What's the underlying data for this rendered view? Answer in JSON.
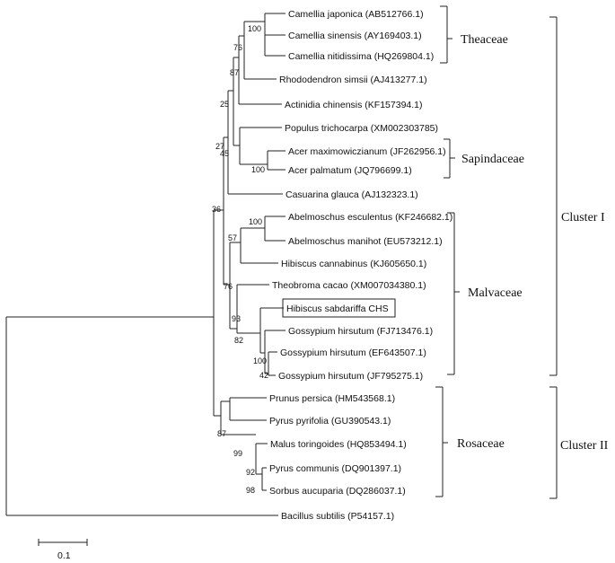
{
  "taxa": [
    {
      "id": "t1",
      "name": "Camellia japonica (AB512766.1)"
    },
    {
      "id": "t2",
      "name": "Camellia sinensis (AY169403.1)"
    },
    {
      "id": "t3",
      "name": "Camellia nitidissima (HQ269804.1)"
    },
    {
      "id": "t4",
      "name": "Rhododendron simsii (AJ413277.1)"
    },
    {
      "id": "t5",
      "name": "Actinidia chinensis (KF157394.1)"
    },
    {
      "id": "t6",
      "name": "Populus trichocarpa (XM002303785)"
    },
    {
      "id": "t7",
      "name": "Acer maximowiczianum (JF262956.1)"
    },
    {
      "id": "t8",
      "name": "Acer palmatum (JQ796699.1)"
    },
    {
      "id": "t9",
      "name": "Casuarina glauca (AJ132323.1)"
    },
    {
      "id": "t10",
      "name": "Abelmoschus esculentus (KF246682.1)"
    },
    {
      "id": "t11",
      "name": "Abelmoschus manihot (EU573212.1)"
    },
    {
      "id": "t12",
      "name": "Hibiscus cannabinus (KJ605650.1)"
    },
    {
      "id": "t13",
      "name": "Theobroma cacao (XM007034380.1)"
    },
    {
      "id": "t14",
      "name": "Hibiscus sabdariffa CHS",
      "highlighted": true
    },
    {
      "id": "t15",
      "name": "Gossypium hirsutum (FJ713476.1)"
    },
    {
      "id": "t16",
      "name": "Gossypium hirsutum (EF643507.1)"
    },
    {
      "id": "t17",
      "name": "Gossypium hirsutum (JF795275.1)"
    },
    {
      "id": "t18",
      "name": "Prunus persica (HM543568.1)"
    },
    {
      "id": "t19",
      "name": "Pyrus pyrifolia (GU390543.1)"
    },
    {
      "id": "t20",
      "name": "Malus toringoides (HQ853494.1)"
    },
    {
      "id": "t21",
      "name": "Pyrus communis (DQ901397.1)"
    },
    {
      "id": "t22",
      "name": "Sorbus aucuparia (DQ286037.1)"
    },
    {
      "id": "t23",
      "name": "Bacillus subtilis (P54157.1)"
    }
  ],
  "bootstrap_values": [
    {
      "node": "n_camellia_j_s",
      "value": "100"
    },
    {
      "node": "n_camellia",
      "value": "76"
    },
    {
      "node": "n_ericales",
      "value": "87"
    },
    {
      "node": "n_ericales_pop",
      "value": "25"
    },
    {
      "node": "n_acer",
      "value": "100"
    },
    {
      "node": "n_pop_acer",
      "value": "45"
    },
    {
      "node": "n_theaceae_sap",
      "value": "27"
    },
    {
      "node": "n_cluster1",
      "value": "36"
    },
    {
      "node": "n_abelmoschus",
      "value": "100"
    },
    {
      "node": "n_abel_hib",
      "value": "57"
    },
    {
      "node": "n_malv_inner",
      "value": "76"
    },
    {
      "node": "n_theo_gos",
      "value": "93"
    },
    {
      "node": "n_hs_gos",
      "value": "82"
    },
    {
      "node": "n_gos_2",
      "value": "100"
    },
    {
      "node": "n_gos_3",
      "value": "42"
    },
    {
      "node": "n_rosaceae",
      "value": "87"
    },
    {
      "node": "n_malus_sorbus",
      "value": "99"
    },
    {
      "node": "n_pyrus_sorbus",
      "value": "92"
    },
    {
      "node": "n_sorbus",
      "value": "98"
    }
  ],
  "families": [
    {
      "id": "theaceae",
      "label": "Theaceae"
    },
    {
      "id": "sapindaceae",
      "label": "Sapindaceae"
    },
    {
      "id": "malvaceae",
      "label": "Malvaceae"
    },
    {
      "id": "rosaceae",
      "label": "Rosaceae"
    }
  ],
  "clusters": [
    {
      "id": "cluster1",
      "label": "Cluster I"
    },
    {
      "id": "cluster2",
      "label": "Cluster II"
    }
  ],
  "scale_bar": {
    "label": "0.1"
  }
}
